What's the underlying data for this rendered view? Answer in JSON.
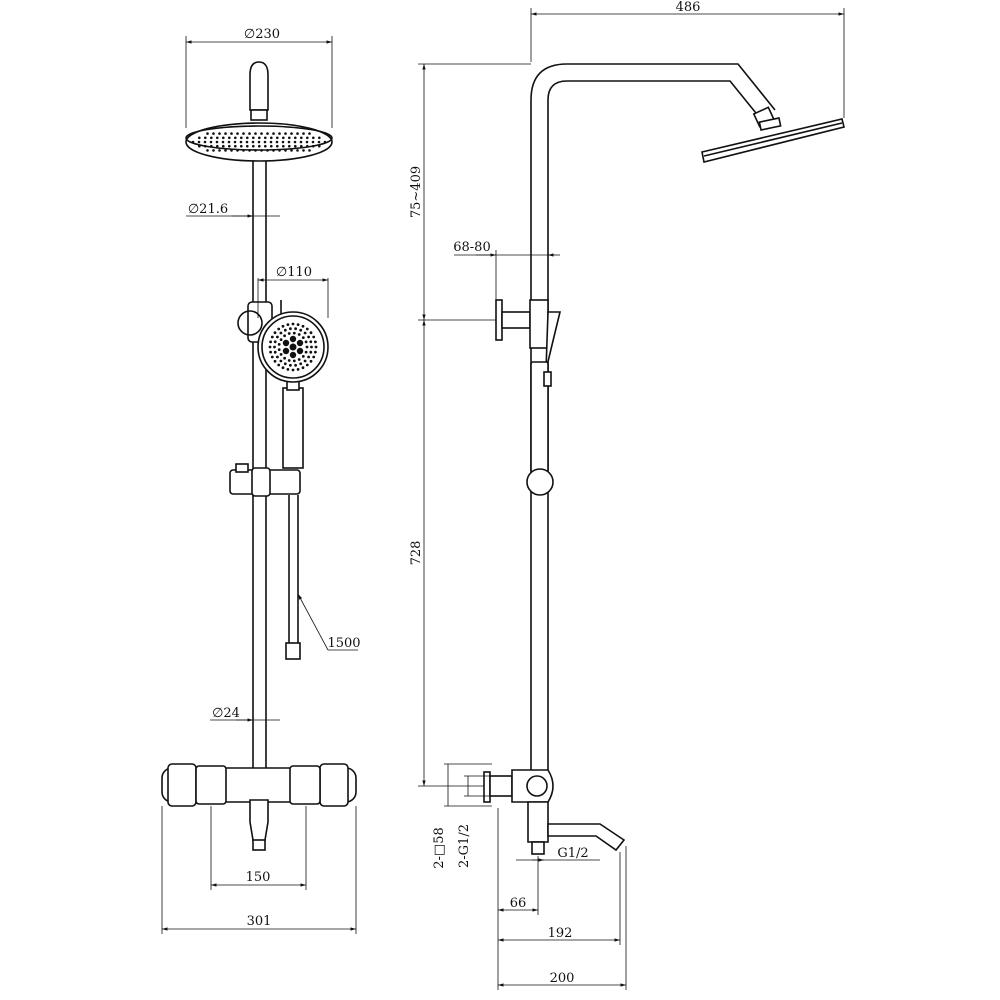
{
  "front_view": {
    "head_diameter": "∅230",
    "rail_diameter": "∅21.6",
    "hand_shower_diameter": "∅110",
    "hose_length": "1500",
    "bar_diameter": "∅24",
    "inlet_spacing": "150",
    "valve_width": "301"
  },
  "side_view": {
    "arm_reach": "486",
    "head_height_adjust": "75~409",
    "wall_offset": "68-80",
    "rail_length": "728",
    "escutcheon": "2-□58",
    "inlet_thread_left": "2-G1/2",
    "spout_thread": "G1/2",
    "spout_offset": "66",
    "spout_reach": "192",
    "overall_depth": "200"
  }
}
